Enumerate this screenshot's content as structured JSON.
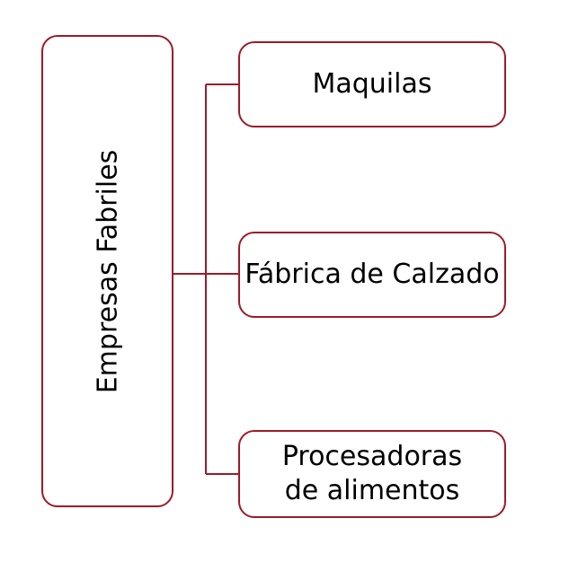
{
  "root": {
    "label": "Empresas Fabriles"
  },
  "children": [
    {
      "label": "Maquilas"
    },
    {
      "label": "Fábrica de Calzado"
    },
    {
      "label": "Procesadoras de alimentos"
    }
  ],
  "colors": {
    "border": "#9b1b2a"
  }
}
